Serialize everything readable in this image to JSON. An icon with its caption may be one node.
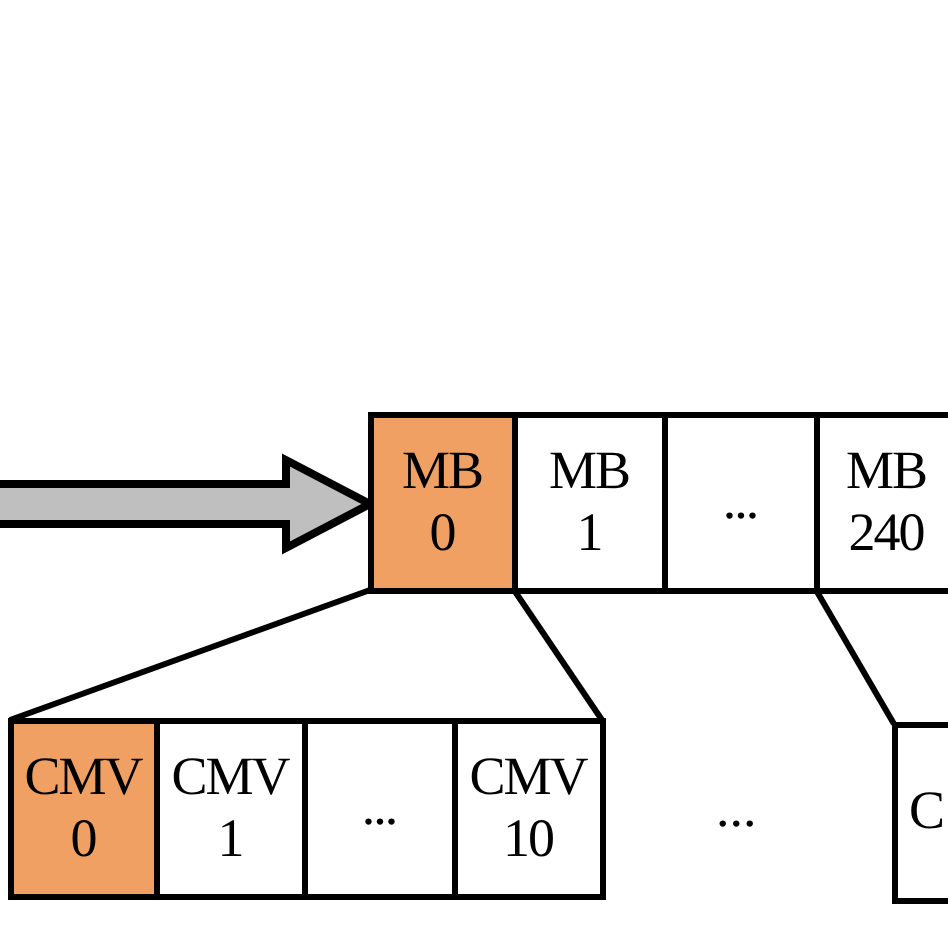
{
  "diagram": {
    "nodes": [
      {
        "text": [
          "MB 0"
        ]
      },
      {
        "text": [
          "MB 1"
        ]
      },
      {
        "text": [
          "..."
        ]
      },
      {
        "text": [
          "MB 240"
        ]
      },
      {
        "text": [
          "CMV 0"
        ]
      },
      {
        "text": [
          "CMV 1"
        ]
      },
      {
        "text": [
          "..."
        ]
      },
      {
        "text": [
          "CMV 10"
        ]
      },
      {
        "text": [
          "C"
        ]
      }
    ],
    "edges": [
      {
        "from": null,
        "to": 0,
        "arrow": "to",
        "style": "thick",
        "color": "#bfbfbf"
      },
      {
        "from": 0,
        "to": 4,
        "arrow": "none"
      },
      {
        "from": 0,
        "to": 7,
        "arrow": "none"
      },
      {
        "from": 3,
        "to": 8,
        "arrow": "none"
      }
    ],
    "labels": [
      "..."
    ]
  }
}
